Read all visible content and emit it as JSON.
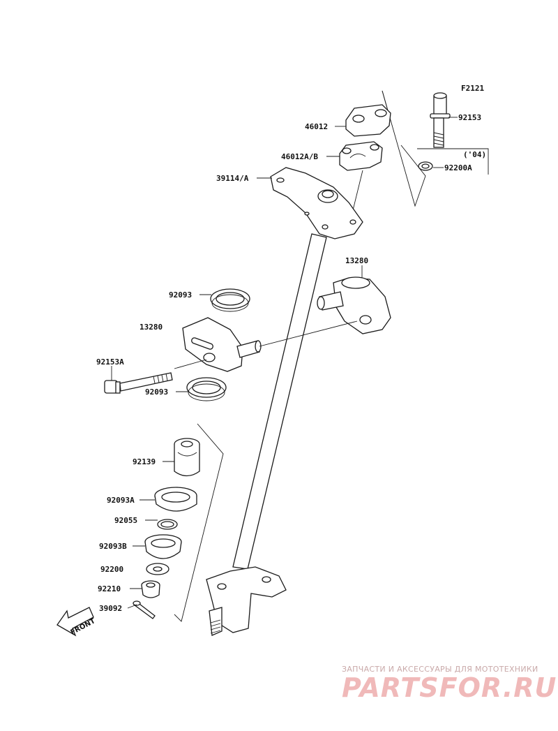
{
  "figure_code": "F2121",
  "year_note": "('04)",
  "front_arrow": "FRONT",
  "labels": {
    "l46012": "46012",
    "l46012ab": "46012A/B",
    "l39114a": "39114/A",
    "l92153": "92153",
    "l92200a": "92200A",
    "l13280_right": "13280",
    "l92093_top": "92093",
    "l13280_left": "13280",
    "l92153a": "92153A",
    "l92093_mid": "92093",
    "l92139": "92139",
    "l92093a": "92093A",
    "l92055": "92055",
    "l92093b": "92093B",
    "l92200": "92200",
    "l92210": "92210",
    "l39092": "39092"
  },
  "watermark": {
    "tagline": "ЗАПЧАСТИ И АКСЕССУАРЫ ДЛЯ МОТОТЕХНИКИ",
    "logo": "PARTSFOR.RU"
  }
}
